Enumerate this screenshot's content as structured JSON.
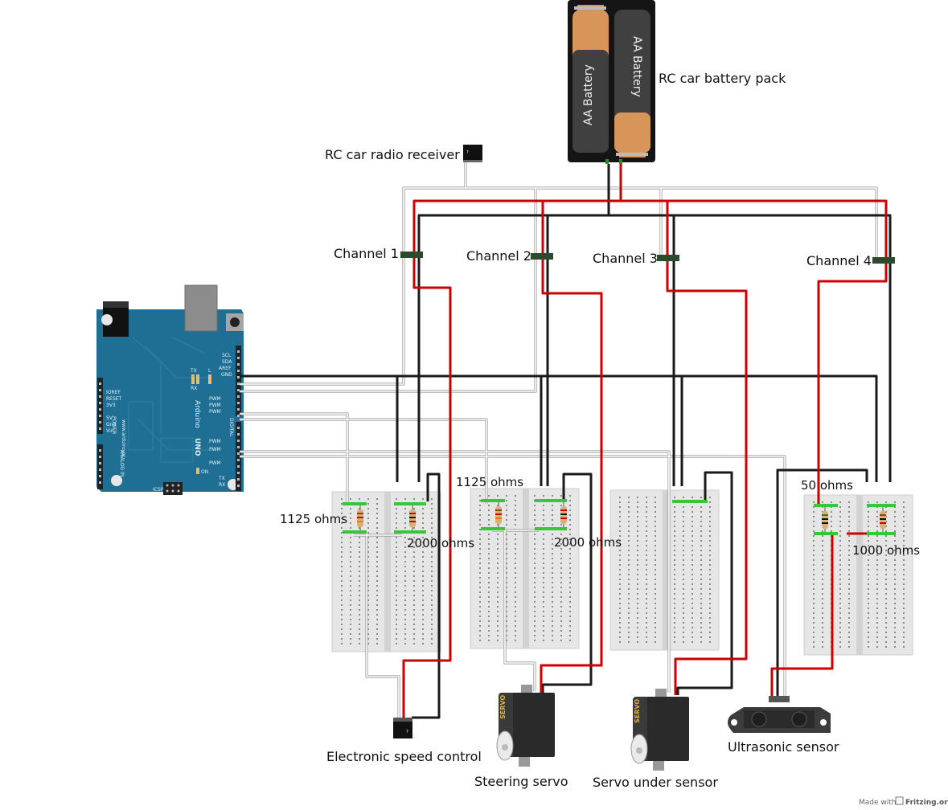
{
  "labels": {
    "battery": "RC car battery pack",
    "receiver": "RC car radio receiver",
    "channel1": "Channel 1",
    "channel2": "Channel 2",
    "channel3": "Channel 3",
    "channel4": "Channel 4",
    "esc": "Electronic speed control",
    "steering": "Steering servo",
    "servo_sensor": "Servo under sensor",
    "ultrasonic": "Ultrasonic sensor"
  },
  "resistors": {
    "r1": "1125 ohms",
    "r2": "2000 ohms",
    "r3": "1125 ohms",
    "r4": "2000 ohms",
    "r5": "50 ohms",
    "r6": "1000 ohms"
  },
  "battery_cells": [
    "AA Battery",
    "AA Battery"
  ],
  "servo_brand": "SERVO",
  "arduino": {
    "logo": "Arduino",
    "model": "UNO",
    "site": "www.arduino.cc",
    "digital": "DIGITAL",
    "analog": "ANALOG IN",
    "power": "POWER",
    "top_pins": [
      "SCL",
      "SDA",
      "AREF",
      "GND"
    ],
    "pwm": "PWM",
    "power_pins": [
      "IOREF",
      "RESET",
      "3V3",
      "5V",
      "Gnd",
      "Vin"
    ],
    "on": "ON",
    "icsp": "ICSP",
    "tx": "TX",
    "rx": "RX",
    "l": "L"
  },
  "footer": {
    "made_with": "Made with",
    "brand": "Fritzing.org"
  },
  "colors": {
    "red_wire": "#cc0000",
    "black_wire": "#1a1a1a",
    "signal_wire": "#c8c8c8",
    "arduino_board": "#1f6f95",
    "breadboard": "#e6e6e6"
  }
}
